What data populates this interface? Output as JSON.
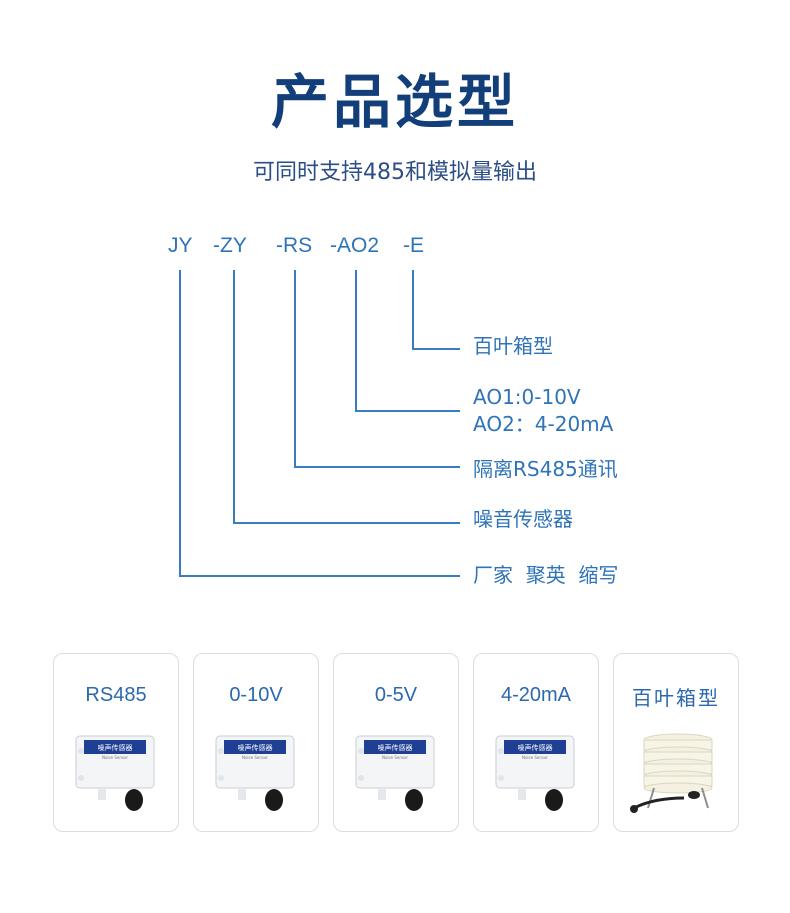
{
  "title": "产品选型",
  "subtitle": "可同时支持485和模拟量输出",
  "model_code": {
    "segments": [
      "JY",
      "-ZY",
      "-RS",
      "-AO2",
      "-E"
    ]
  },
  "descriptions": {
    "shutter_box": "百叶箱型",
    "ao_line1": "AO1:0-10V",
    "ao_line2": "AO2：4-20mA",
    "rs485": "隔离RS485通讯",
    "sensor": "噪音传感器",
    "maker": "厂家  聚英  缩写"
  },
  "products": [
    {
      "label": "RS485",
      "device_text": "噪声传感器",
      "device_sub": "Noise Sensor"
    },
    {
      "label": "0-10V",
      "device_text": "噪声传感器",
      "device_sub": "Noise Sensor"
    },
    {
      "label": "0-5V",
      "device_text": "噪声传感器",
      "device_sub": "Noise Sensor"
    },
    {
      "label": "4-20mA",
      "device_text": "噪声传感器",
      "device_sub": "Noise Sensor"
    },
    {
      "label": "百叶箱型"
    }
  ],
  "colors": {
    "title": "#123f79",
    "accent": "#2f73b8",
    "line": "#3a7cc0"
  }
}
